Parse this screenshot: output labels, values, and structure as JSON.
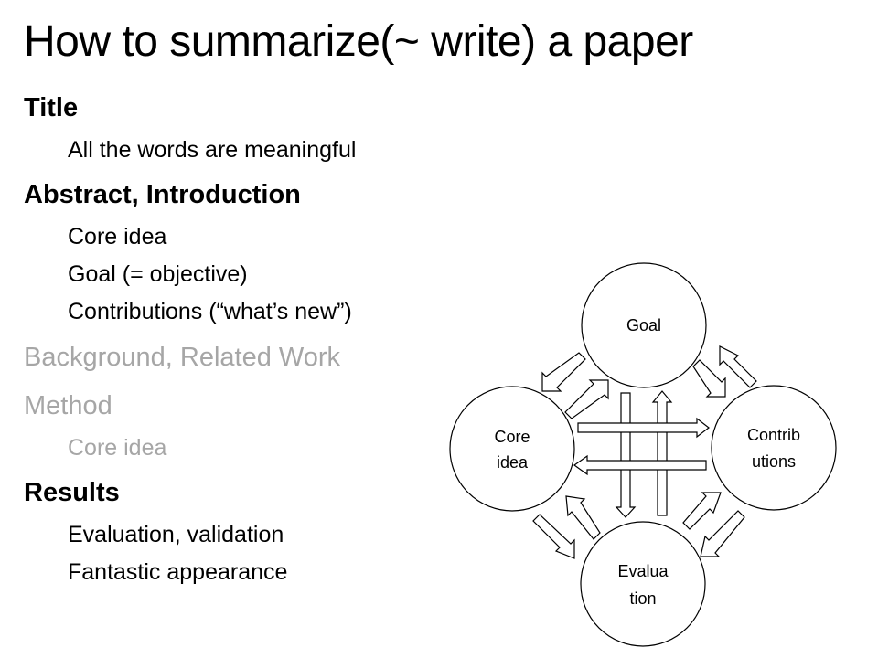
{
  "title": "How to summarize(~ write) a paper",
  "outline": {
    "title_section": {
      "heading": "Title",
      "items": [
        "All the words are meaningful"
      ]
    },
    "abstract_section": {
      "heading": "Abstract, Introduction",
      "items": [
        "Core idea",
        "Goal (= objective)",
        "Contributions (“what’s new”)"
      ]
    },
    "background_section": {
      "heading": "Background, Related Work"
    },
    "method_section": {
      "heading": "Method",
      "items": [
        "Core idea"
      ]
    },
    "results_section": {
      "heading": "Results",
      "items": [
        "Evaluation, validation",
        "Fantastic appearance"
      ]
    }
  },
  "diagram": {
    "nodes": {
      "goal": [
        "Goal"
      ],
      "core": [
        "Core",
        "idea"
      ],
      "contrib": [
        "Contrib",
        "utions"
      ],
      "eval": [
        "Evalua",
        "tion"
      ]
    }
  },
  "colors": {
    "text": "#000000",
    "dimmed": "#a6a6a6",
    "background": "#ffffff"
  }
}
